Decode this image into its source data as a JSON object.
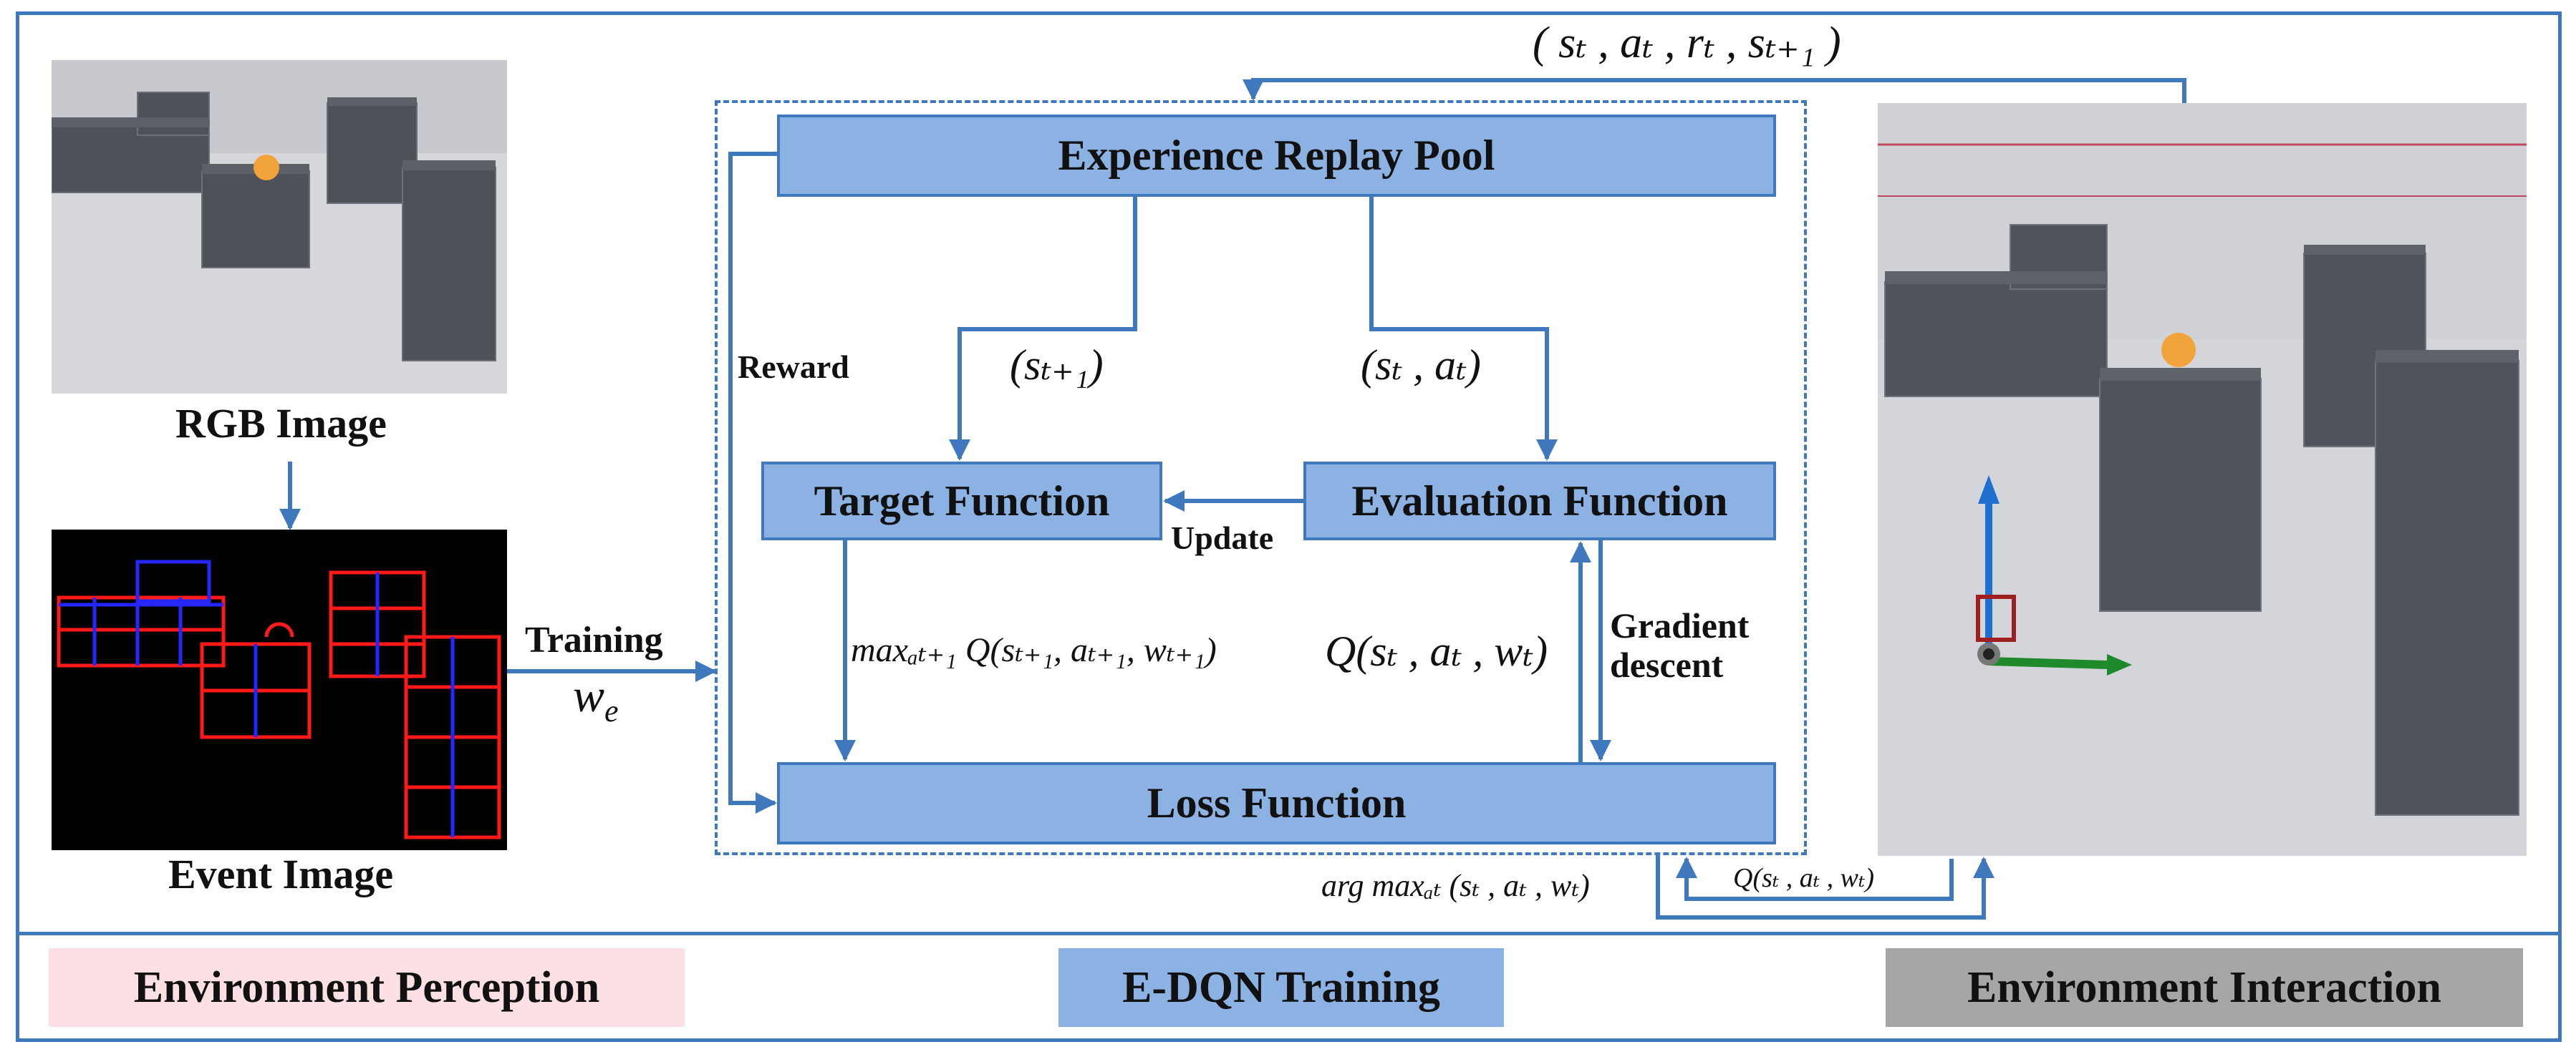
{
  "panels": {
    "rgb_caption": "RGB Image",
    "event_caption": "Event Image"
  },
  "training": {
    "label": "Training",
    "weight": "w",
    "weight_sub": "e"
  },
  "boxes": {
    "replay_pool": "Experience Replay Pool",
    "target": "Target Function",
    "evaluation": "Evaluation Function",
    "loss": "Loss Function"
  },
  "labels": {
    "reward": "Reward",
    "update": "Update",
    "gradient_line1": "Gradient",
    "gradient_line2": "descent"
  },
  "math": {
    "transition": "( sₜ , aₜ , rₜ , sₜ₊₁ )",
    "next_state": "(sₜ₊₁)",
    "state_action": "(sₜ , aₜ)",
    "target_q": "maxₐₜ₊₁ Q(sₜ₊₁, aₜ₊₁, wₜ₊₁)",
    "eval_q": "Q(sₜ , aₜ , wₜ)",
    "argmax": "arg maxₐₜ (sₜ , aₜ , wₜ)",
    "feedback_q": "Q(sₜ , aₜ , wₜ)"
  },
  "sections": {
    "perception": "Environment Perception",
    "training": "E-DQN Training",
    "interaction": "Environment Interaction"
  },
  "colors": {
    "frame_blue": "#3f78bd",
    "box_fill": "#8bb2e3",
    "perception_bg": "#fde0e3",
    "training_bg": "#8bb2e3",
    "interaction_bg": "#a6a6a6",
    "event_red": "#ff1a1a",
    "event_blue": "#2626ff"
  }
}
